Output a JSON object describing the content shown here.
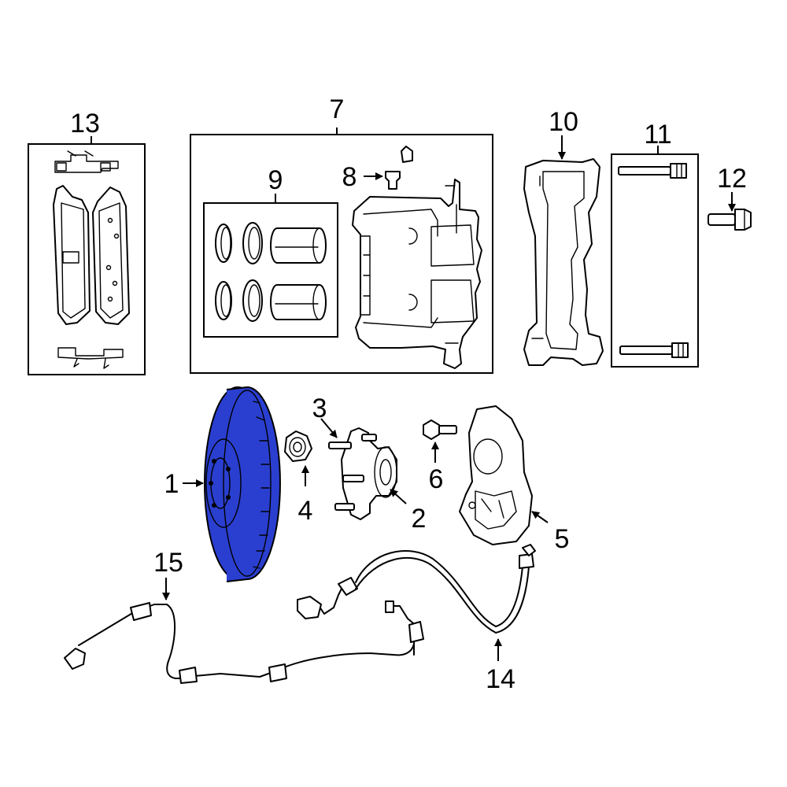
{
  "diagram": {
    "highlight_color": "#2a3fd0",
    "callouts": {
      "c1": "1",
      "c2": "2",
      "c3": "3",
      "c4": "4",
      "c5": "5",
      "c6": "6",
      "c7": "7",
      "c8": "8",
      "c9": "9",
      "c10": "10",
      "c11": "11",
      "c12": "12",
      "c13": "13",
      "c14": "14",
      "c15": "15"
    }
  }
}
